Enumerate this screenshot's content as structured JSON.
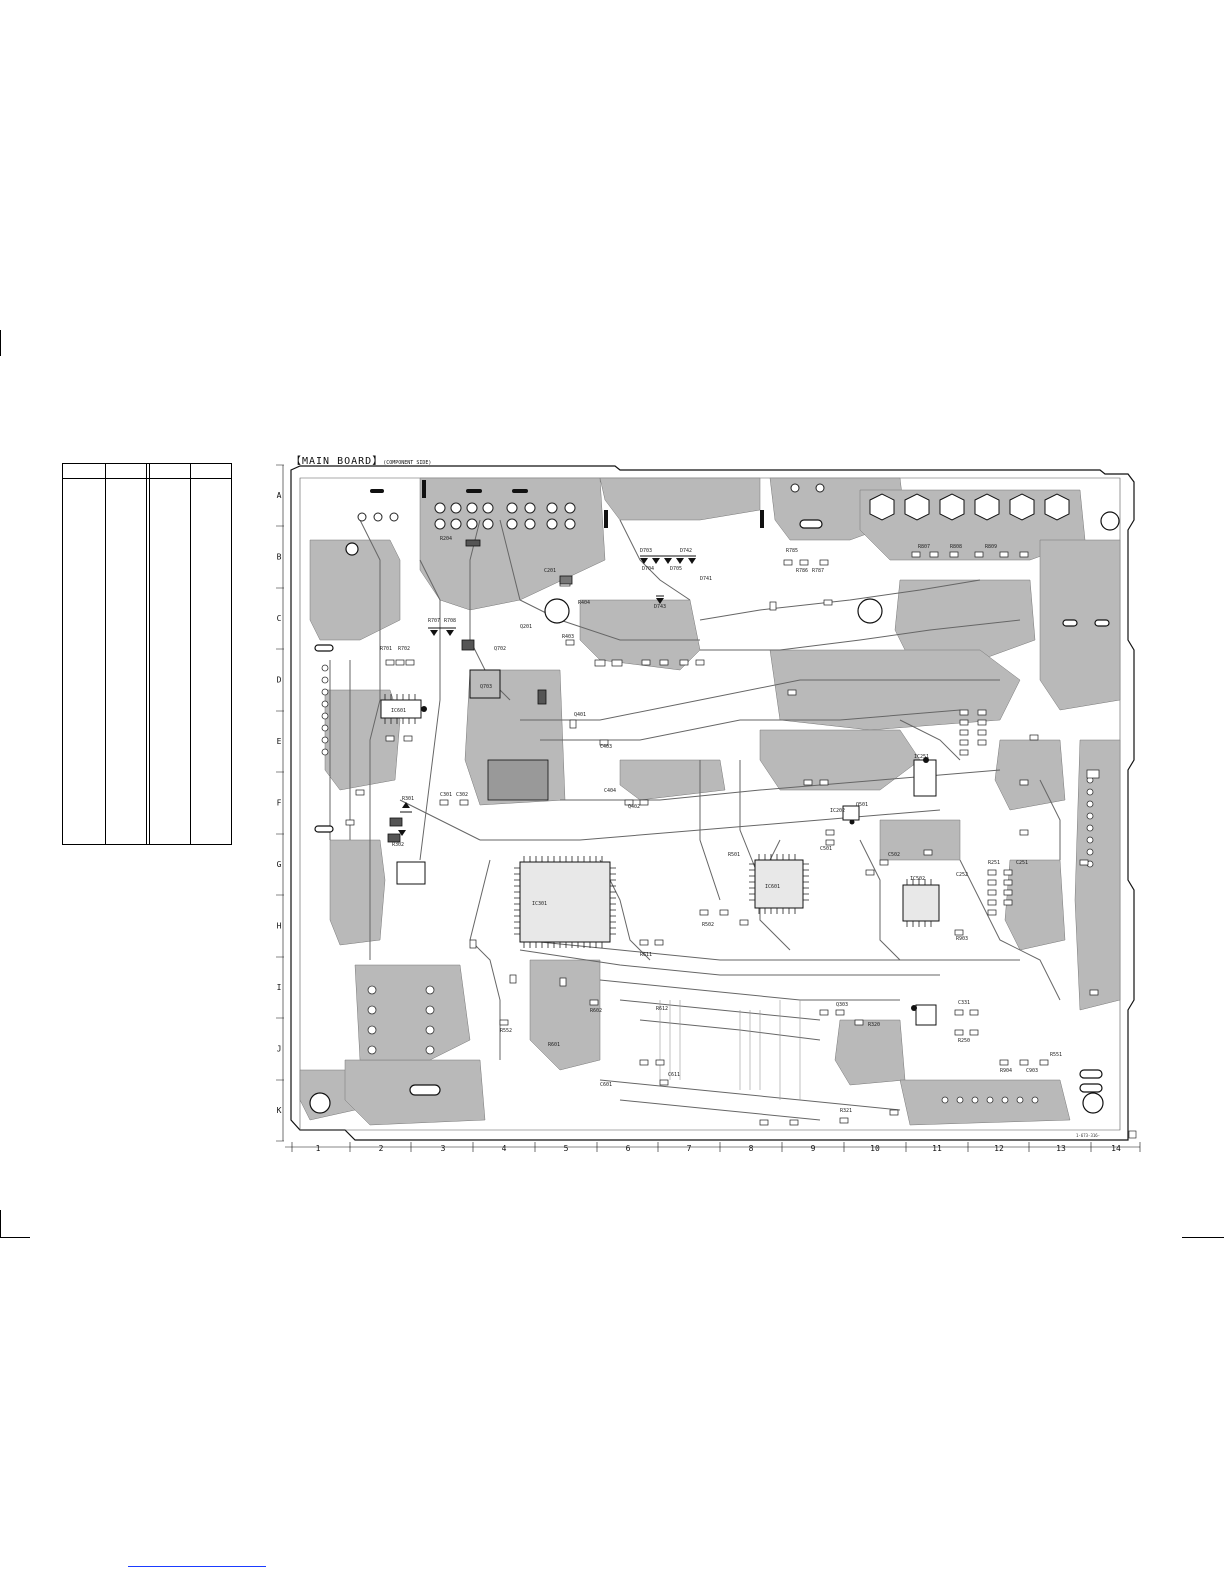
{
  "board": {
    "title": "MAIN BOARD",
    "subtitle": "(COMPONENT SIDE)",
    "drawing_code": "1-673-316-"
  },
  "grid": {
    "rows": [
      "A",
      "B",
      "C",
      "D",
      "E",
      "F",
      "G",
      "H",
      "I",
      "J",
      "K"
    ],
    "columns": [
      "1",
      "2",
      "3",
      "4",
      "5",
      "6",
      "7",
      "8",
      "9",
      "10",
      "11",
      "12",
      "13",
      "14"
    ]
  },
  "ics": [
    {
      "label": "IC601"
    },
    {
      "label": "IC301"
    },
    {
      "label": "IC601"
    },
    {
      "label": "IC202"
    },
    {
      "label": "IC502"
    },
    {
      "label": "IC251"
    }
  ],
  "components": [
    "R707",
    "R708",
    "D703",
    "D704",
    "D705",
    "R701",
    "R702",
    "Q702",
    "Q703",
    "R204",
    "C201",
    "Q201",
    "R403",
    "R404",
    "D743",
    "D742",
    "D741",
    "R785",
    "R786",
    "R787",
    "R807",
    "R808",
    "R809",
    "C403",
    "C404",
    "Q401",
    "Q402",
    "R301",
    "R302",
    "C301",
    "C302",
    "R501",
    "R502",
    "C501",
    "C502",
    "Q501",
    "R611",
    "R612",
    "C611",
    "Q303",
    "R320",
    "R321",
    "C331",
    "R250",
    "R251",
    "C251",
    "C252",
    "R903",
    "R904",
    "C903",
    "R551",
    "R552",
    "R601",
    "R602",
    "C601"
  ]
}
